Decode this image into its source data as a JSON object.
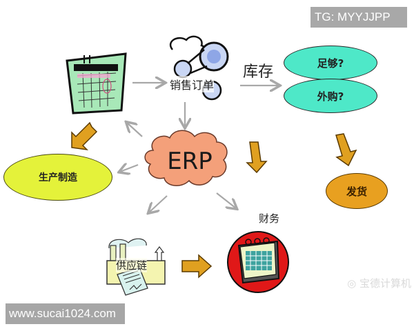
{
  "watermarks": {
    "top_right": "TG: MYYJJPP",
    "bottom_left": "www.sucai1024.com",
    "weibo": "宝德计算机"
  },
  "diagram": {
    "center": "ERP",
    "nodes": {
      "sales_order": "销售订单",
      "inventory": "库存",
      "enough": "足够?",
      "outsource": "外购?",
      "manufacturing": "生产制造",
      "shipping": "发货",
      "finance": "财务",
      "supply_chain": "供应链"
    },
    "colors": {
      "erp_cloud": "#f4a07a",
      "inventory_ellipse": "#4ee8c8",
      "manufacturing_ellipse": "#e4f23a",
      "shipping_ellipse": "#e8a020",
      "orange_arrow": "#e0a020",
      "gray_arrow": "#a8a8a8",
      "finance_circle": "#e01818",
      "calendar_green": "#a8e8b8"
    }
  }
}
